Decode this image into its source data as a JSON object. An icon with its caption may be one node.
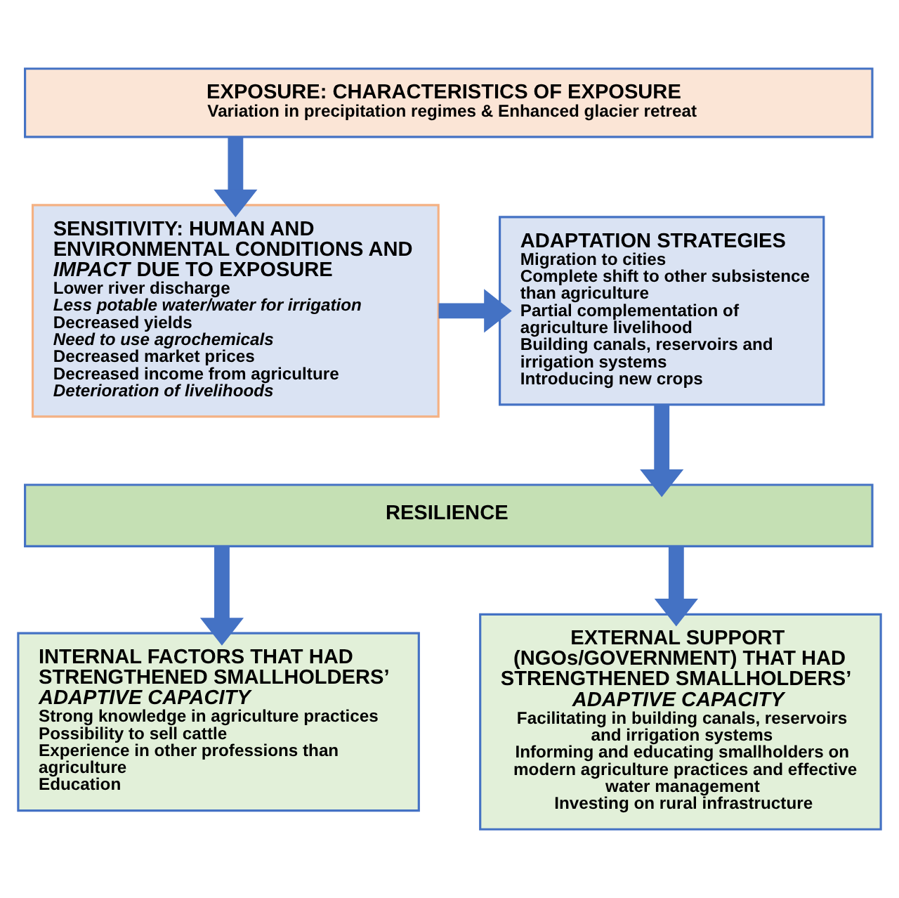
{
  "diagram": {
    "nodes": [
      {
        "text": [
          "EXPOSURE: CHARACTERISTICS OF EXPOSURE",
          "Variation in precipitation regimes & Enhanced glacier retreat"
        ]
      },
      {
        "text": [
          "SENSITIVITY: HUMAN AND ENVIRONMENTAL CONDITIONS AND *IMPACT* DUE TO EXPOSURE",
          "Lower river discharge",
          "Less potable water/water for irrigation",
          "Decreased yields",
          "Need to use agrochemicals",
          "Decreased market prices",
          "Decreased income from agriculture",
          "Deterioration of livelihoods"
        ]
      },
      {
        "text": [
          "ADAPTATION STRATEGIES",
          "Migration to cities",
          "Complete shift to other subsistence than agriculture",
          "Partial complementation of agriculture livelihood",
          "Building canals, reservoirs and irrigation systems",
          "Introducing new crops"
        ]
      },
      {
        "text": [
          "RESILIENCE"
        ]
      },
      {
        "text": [
          "INTERNAL FACTORS THAT HAD STRENGTHENED SMALLHOLDERS’ *ADAPTIVE CAPACITY*",
          "Strong knowledge in agriculture practices",
          "Possibility to sell cattle",
          "Experience in other professions than agriculture",
          "Education"
        ]
      },
      {
        "text": [
          "EXTERNAL SUPPORT (NGOs/GOVERNMENT) THAT HAD STRENGTHENED SMALLHOLDERS’ *ADAPTIVE CAPACITY*",
          "Facilitating in building canals, reservoirs and irrigation systems",
          "Informing and educating smallholders on modern agriculture practices and effective water management",
          "Investing on rural infrastructure"
        ]
      }
    ],
    "edges": [
      {
        "from": 0,
        "to": 1,
        "arrow": "to"
      },
      {
        "from": 1,
        "to": 2,
        "arrow": "to"
      },
      {
        "from": 2,
        "to": 3,
        "arrow": "to"
      },
      {
        "from": 3,
        "to": 4,
        "arrow": "to"
      },
      {
        "from": 3,
        "to": 5,
        "arrow": "to"
      }
    ]
  }
}
